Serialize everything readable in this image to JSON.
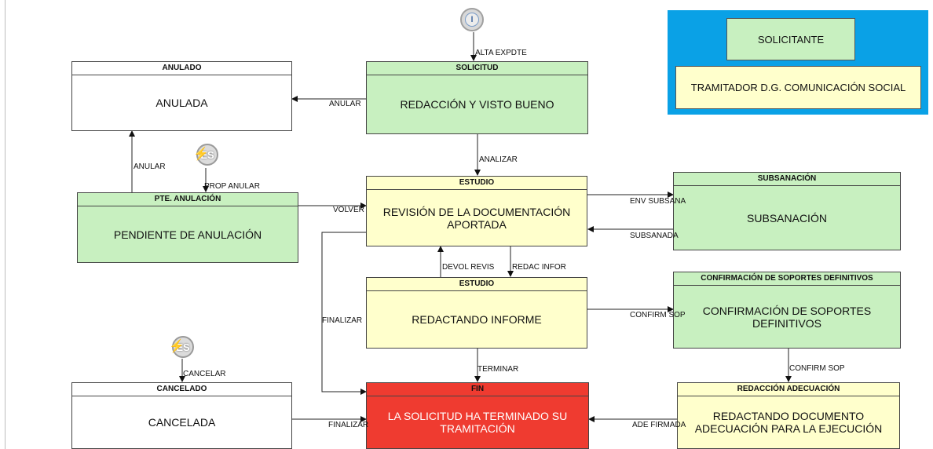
{
  "legend": {
    "solicitante": "SOLICITANTE",
    "tramitador": "TRAMITADOR D.G. COMUNICACIÓN SOCIAL"
  },
  "start_node": {
    "glyph": "I",
    "icon": "start-icon"
  },
  "es_nodes": [
    {
      "text": "ES",
      "icon": "event-lightning-icon"
    },
    {
      "text": "ES",
      "icon": "event-lightning-icon"
    }
  ],
  "states": {
    "anulado": {
      "header": "ANULADO",
      "body": "ANULADA"
    },
    "solicitud": {
      "header": "SOLICITUD",
      "body": "REDACCIÓN Y VISTO BUENO"
    },
    "pte_anulacion": {
      "header": "PTE. ANULACIÓN",
      "body": "PENDIENTE DE ANULACIÓN"
    },
    "estudio1": {
      "header": "ESTUDIO",
      "body": "REVISIÓN DE LA DOCUMENTACIÓN APORTADA"
    },
    "subsanacion": {
      "header": "SUBSANACIÓN",
      "body": "SUBSANACIÓN"
    },
    "estudio2": {
      "header": "ESTUDIO",
      "body": "REDACTANDO INFORME"
    },
    "confirmacion": {
      "header": "CONFIRMACIÓN DE SOPORTES DEFINITIVOS",
      "body": "CONFIRMACIÓN DE SOPORTES DEFINITIVOS"
    },
    "cancelado": {
      "header": "CANCELADO",
      "body": "CANCELADA"
    },
    "fin": {
      "header": "FIN",
      "body": "LA SOLICITUD HA TERMINADO SU TRAMITACIÓN"
    },
    "redaccion_adecuacion": {
      "header": "REDACCIÓN ADECUACIÓN",
      "body": "REDACTANDO DOCUMENTO ADECUACIÓN PARA LA EJECUCIÓN"
    }
  },
  "transitions": {
    "alta_expdte": "ALTA EXPDTE",
    "anular_1": "ANULAR",
    "analizar": "ANALIZAR",
    "anular_2": "ANULAR",
    "prop_anular": "PROP ANULAR",
    "volver": "VOLVER",
    "env_subsana": "ENV SUBSANA",
    "subsanada": "SUBSANADA",
    "devol_revis": "DEVOL REVIS",
    "redac_infor": "REDAC INFOR",
    "finalizar_1": "FINALIZAR",
    "confirm_sop_1": "CONFIRM SOP",
    "confirm_sop_2": "CONFIRM SOP",
    "terminar": "TERMINAR",
    "cancelar": "CANCELAR",
    "finalizar_2": "FINALIZAR",
    "ade_firmada": "ADE FIRMADA"
  }
}
